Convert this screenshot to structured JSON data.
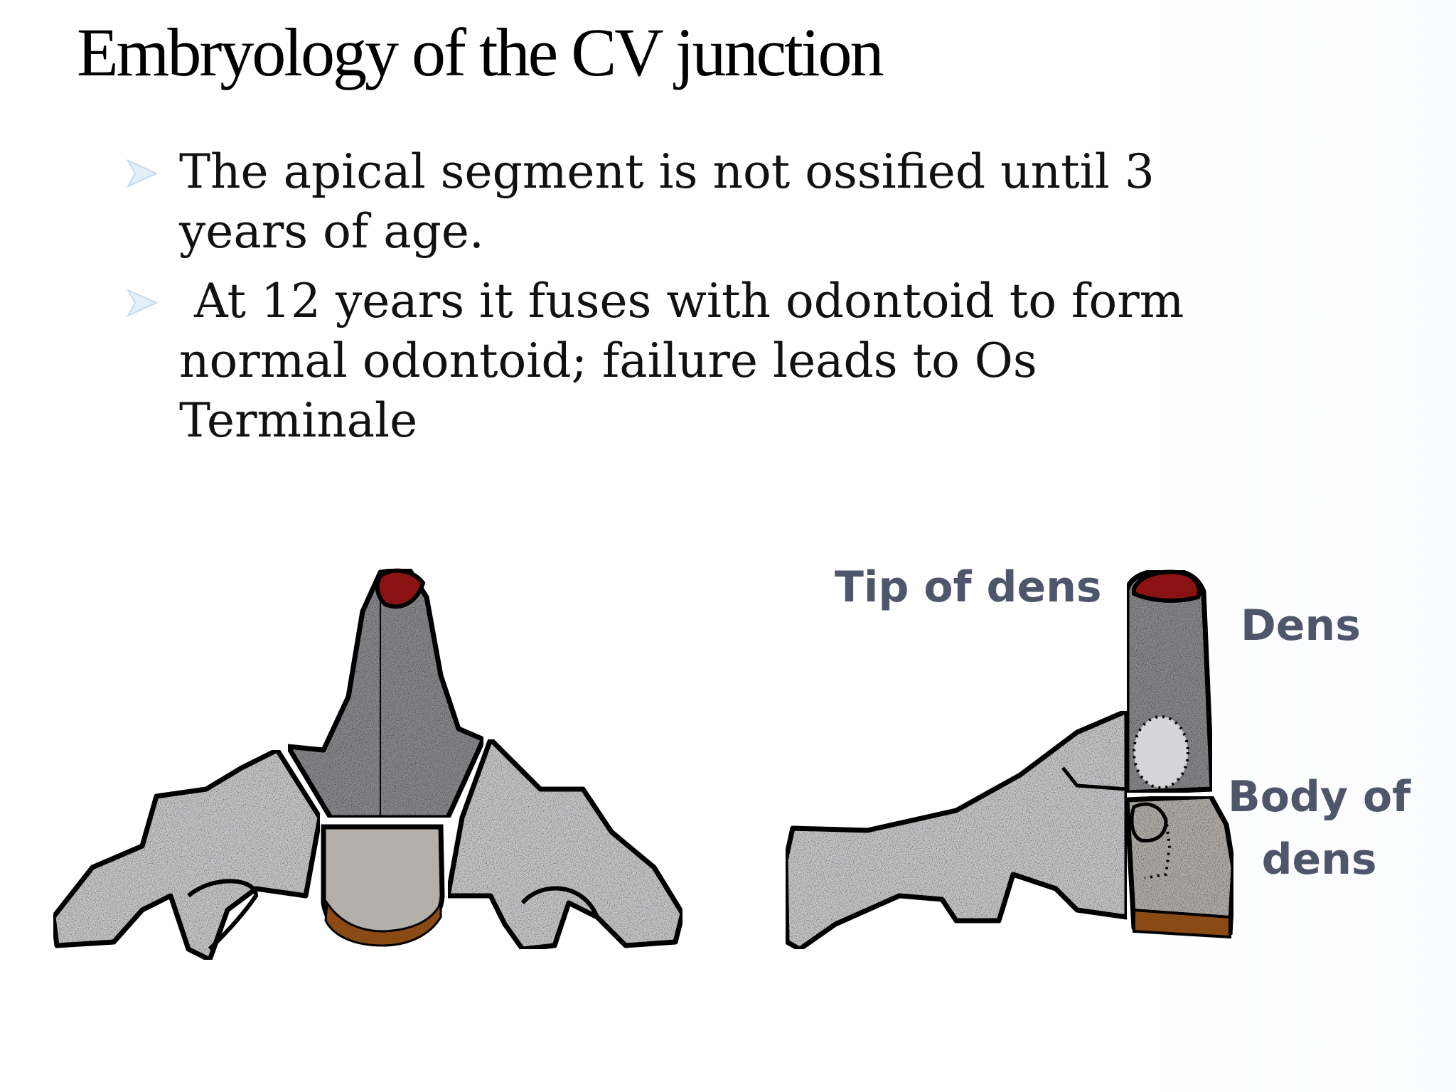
{
  "slide": {
    "title": "Embryology of the CV junction",
    "bullets": [
      "The apical segment is not ossified until 3 years of age.",
      " At 12 years it fuses with odontoid to form normal odontoid; failure leads to Os Terminale"
    ],
    "bullet_icon": "arrowhead-bullet-icon"
  },
  "figure_labels": {
    "tip_of_dens": "Tip of dens",
    "dens": "Dens",
    "body_of_dens_line1": "Body of",
    "body_of_dens_line2": "dens"
  },
  "colors": {
    "bone_light": "#c9c9cb",
    "bone_dark": "#8a8a8e",
    "dens_tip": "#8b1212",
    "body_base": "#b4afa9",
    "growth_plate": "#8a4a14",
    "label_text": "#4d566a",
    "bullet_accent": "#cfe3f4"
  }
}
